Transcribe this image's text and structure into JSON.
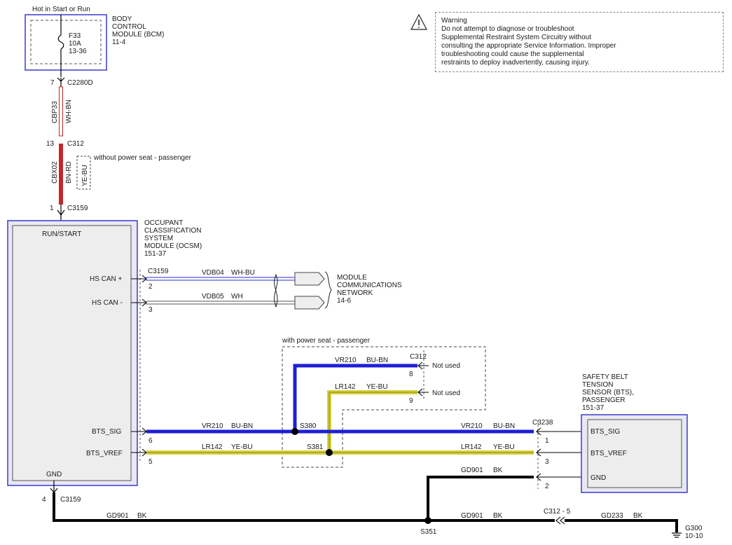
{
  "header": {
    "power_label": "Hot in Start or Run"
  },
  "bcm": {
    "fuse": "F33",
    "rating": "10A",
    "fuse_ref": "13-36",
    "name_lines": [
      "BODY",
      "CONTROL",
      "MODULE (BCM)",
      "11-4"
    ]
  },
  "warning": {
    "title": "Warning",
    "lines": [
      "Do not attempt to diagnose or troubleshoot",
      "Supplemental Restraint System Circuitry without",
      "consulting the appropriate Service Information. Improper",
      "troubleshooting could cause the supplemental",
      "restraints to deploy inadvertently, causing injury."
    ]
  },
  "connectors": {
    "c2280d": {
      "pin": "7",
      "name": "C2280D"
    },
    "c312_top": {
      "pin": "13",
      "name": "C312"
    },
    "c3159_top": {
      "pin": "1",
      "name": "C3159"
    },
    "c3159_can": {
      "name": "C3159",
      "pin_can_plus": "2",
      "pin_can_minus": "3"
    },
    "c3159_bts": {
      "pin_sig": "6",
      "pin_vref": "5"
    },
    "c3159_gnd": {
      "pin": "4",
      "name": "C3159"
    },
    "c312_right": {
      "name": "C312",
      "pin_8": "8",
      "pin_9": "9"
    },
    "c3238": {
      "name": "C3238",
      "pin_1": "1",
      "pin_3": "3",
      "pin_2": "2"
    },
    "c312_5": {
      "name": "C312 - 5"
    }
  },
  "wires": {
    "cbp33": {
      "circuit": "CBP33",
      "color": "WH-BN"
    },
    "cbx02": {
      "circuit": "CBX02",
      "color": "BN-RD",
      "alt_color": "YE-BU",
      "alt_note": "without power seat - passenger"
    },
    "vdb04": {
      "circuit": "VDB04",
      "color": "WH-BU"
    },
    "vdb05": {
      "circuit": "VDB05",
      "color": "WH"
    },
    "vr210": {
      "circuit": "VR210",
      "color": "BU-BN"
    },
    "lr142": {
      "circuit": "LR142",
      "color": "YE-BU"
    },
    "gd901": {
      "circuit": "GD901",
      "color": "BK"
    },
    "gd233": {
      "circuit": "GD233",
      "color": "BK"
    }
  },
  "ocsm": {
    "name_lines": [
      "OCCUPANT",
      "CLASSIFICATION",
      "SYSTEM",
      "MODULE (OCSM)",
      "151-37"
    ],
    "pin_run_start": "RUN/START",
    "pin_hs_can_plus": "HS CAN +",
    "pin_hs_can_minus": "HS CAN -",
    "pin_bts_sig": "BTS_SIG",
    "pin_bts_vref": "BTS_VREF",
    "pin_gnd": "GND"
  },
  "network": {
    "name_lines": [
      "MODULE",
      "COMMUNICATIONS",
      "NETWORK",
      "14-6"
    ]
  },
  "power_seat_option": {
    "label": "with power seat - passenger",
    "not_used": "Not used"
  },
  "splices": {
    "s380": "S380",
    "s381": "S381",
    "s351": "S351"
  },
  "bts": {
    "name_lines": [
      "SAFETY BELT",
      "TENSION",
      "SENSOR (BTS),",
      "PASSENGER",
      "151-37"
    ],
    "pin_sig": "BTS_SIG",
    "pin_vref": "BTS_VREF",
    "pin_gnd": "GND"
  },
  "ground": {
    "name": "G300",
    "ref": "10-10"
  },
  "colors": {
    "blue_wire": "#1f1fd6",
    "yellow_wire": "#d8d23a",
    "red_wire": "#c0282a",
    "black_wire": "#000000",
    "module_border": "#3a3ad0",
    "module_fill": "#ededed"
  }
}
